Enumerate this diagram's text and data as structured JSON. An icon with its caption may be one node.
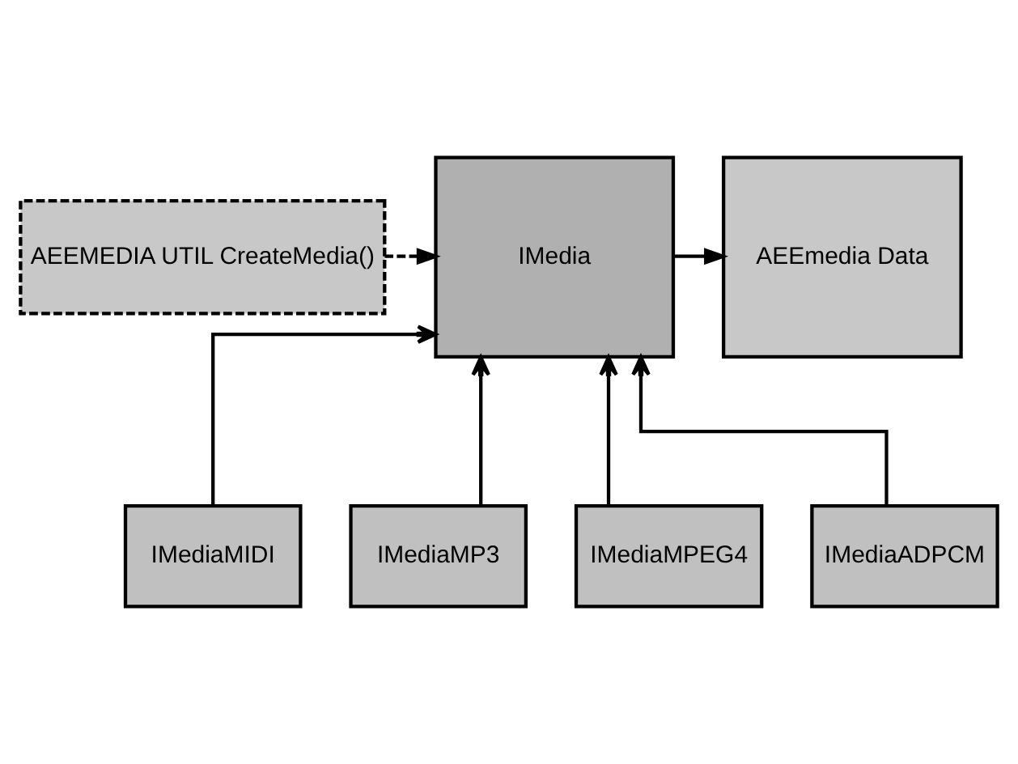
{
  "diagram": {
    "nodes": [
      {
        "text": [
          "AEEMEDIA UTIL CreateMedia()"
        ]
      },
      {
        "text": [
          "IMedia"
        ]
      },
      {
        "text": [
          "AEEmedia Data"
        ]
      },
      {
        "text": [
          "IMediaMIDI"
        ]
      },
      {
        "text": [
          "IMediaMP3"
        ]
      },
      {
        "text": [
          "IMediaMPEG4"
        ]
      },
      {
        "text": [
          "IMediaADPCM"
        ]
      }
    ],
    "edges": [
      {
        "from": 0,
        "to": 1,
        "arrow": "to",
        "style": "dashed"
      },
      {
        "from": 1,
        "to": 2,
        "arrow": "to"
      },
      {
        "from": 3,
        "to": 1,
        "arrow": "to"
      },
      {
        "from": 4,
        "to": 1,
        "arrow": "to"
      },
      {
        "from": 5,
        "to": 1,
        "arrow": "to"
      },
      {
        "from": 6,
        "to": 1,
        "arrow": "to"
      }
    ]
  }
}
